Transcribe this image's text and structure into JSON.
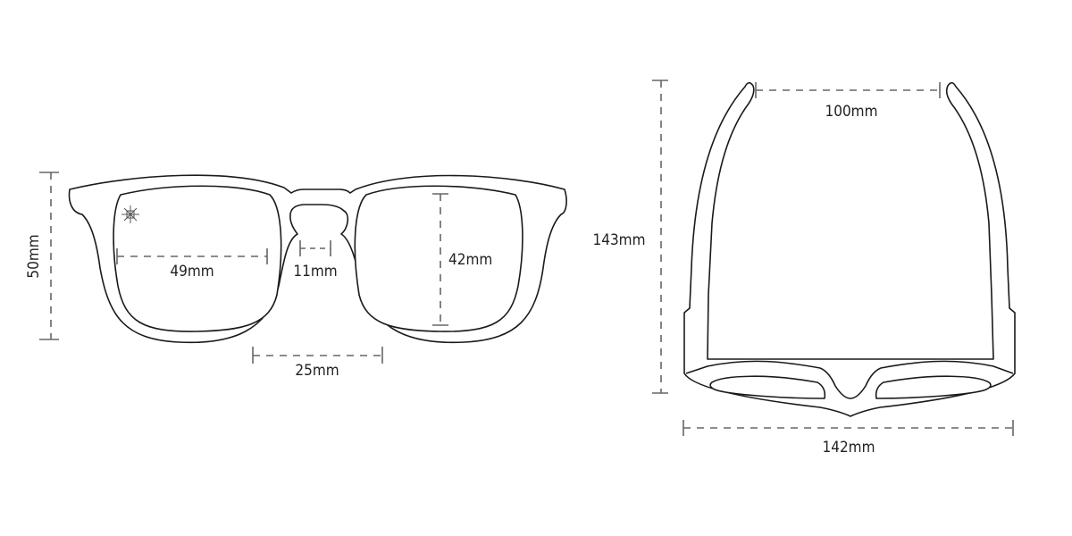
{
  "front_view": {
    "frame_height": "50mm",
    "lens_width": "49mm",
    "bridge_width": "11mm",
    "lens_height": "42mm",
    "lens_spacing": "25mm",
    "logo_icon": "knot-logo-icon"
  },
  "top_view": {
    "total_length": "143mm",
    "temple_tip_gap": "100mm",
    "frame_width": "142mm"
  },
  "colors": {
    "line": "#1a1a1a",
    "dimension": "#666666"
  }
}
